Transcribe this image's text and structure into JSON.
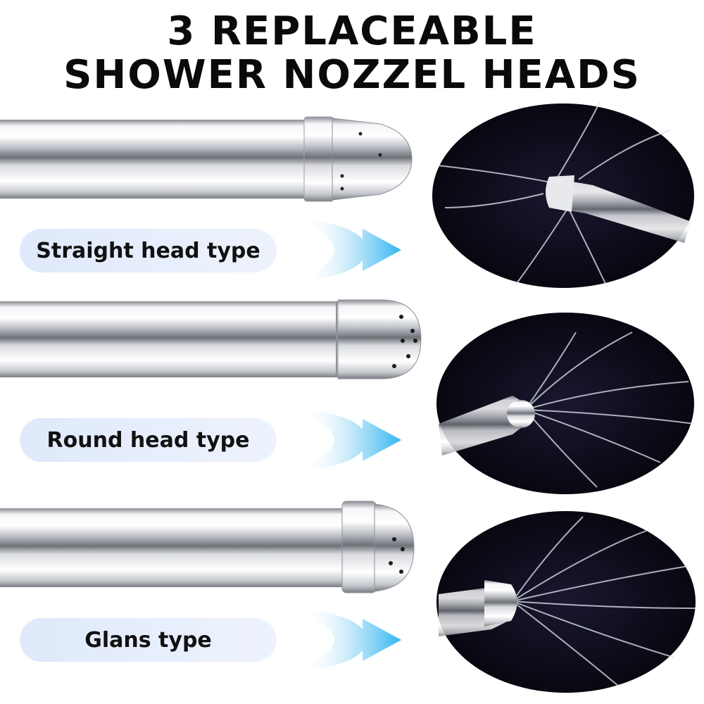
{
  "header": {
    "title_line1": "3 REPLACEABLE",
    "title_line2": "SHOWER NOZZEL HEADS"
  },
  "nozzles": [
    {
      "label": "Straight head type",
      "head_shape": "cone-head-icon"
    },
    {
      "label": "Round head type",
      "head_shape": "round-head-icon"
    },
    {
      "label": "Glans type",
      "head_shape": "dome-head-icon"
    }
  ],
  "colors": {
    "pill_background": "#e3ecfb",
    "arrow": "#36b8f0",
    "photo_background": "#0c0a14",
    "title": "#0a0a0a"
  }
}
